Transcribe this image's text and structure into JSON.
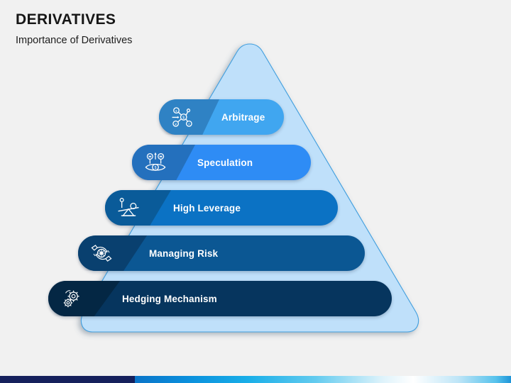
{
  "header": {
    "title": "DERIVATIVES",
    "subtitle": "Importance of Derivatives"
  },
  "colors": {
    "background": "#f1f1f1",
    "triangle_fill": "#bfe0fa",
    "triangle_stroke": "#3f9ede",
    "strip_navy": "#15205c",
    "strip_blue": "#0b8fdc"
  },
  "pyramid": {
    "levels": [
      {
        "id": "arbitrage",
        "label": "Arbitrage",
        "icon": "currency-network-icon",
        "bar_color": "#40a6f0",
        "plate_color": "#2f82c4",
        "rank": 1
      },
      {
        "id": "speculation",
        "label": "Speculation",
        "icon": "eye-forecast-icon",
        "bar_color": "#2e8cf5",
        "plate_color": "#2470bd",
        "rank": 2
      },
      {
        "id": "high-leverage",
        "label": "High Leverage",
        "icon": "lever-seesaw-icon",
        "bar_color": "#0b72c4",
        "plate_color": "#0a5b99",
        "rank": 3
      },
      {
        "id": "managing-risk",
        "label": "Managing Risk",
        "icon": "hands-risk-cycle-icon",
        "bar_color": "#0b5793",
        "plate_color": "#09406f",
        "rank": 4
      },
      {
        "id": "hedging-mechanism",
        "label": "Hedging Mechanism",
        "icon": "gears-icon",
        "bar_color": "#06355e",
        "plate_color": "#042744",
        "rank": 5
      }
    ]
  }
}
